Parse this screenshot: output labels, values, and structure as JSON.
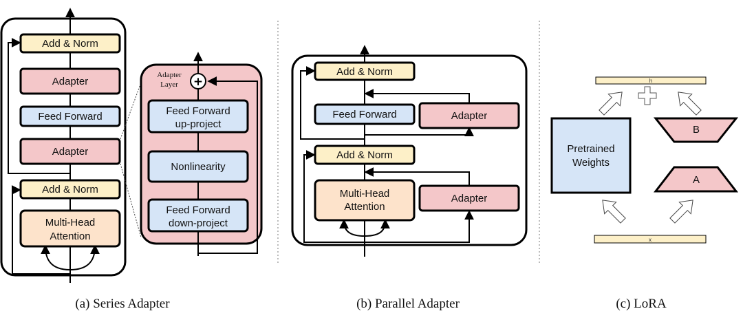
{
  "series": {
    "add_norm_top": "Add & Norm",
    "adapter_top": "Adapter",
    "feed_forward": "Feed Forward",
    "adapter_mid": "Adapter",
    "add_norm_bottom": "Add & Norm",
    "mha_line1": "Multi-Head",
    "mha_line2": "Attention",
    "caption": "(a) Series Adapter"
  },
  "adapter_detail": {
    "layer_line1": "Adapter",
    "layer_line2": "Layer",
    "ff_up_line1": "Feed Forward",
    "ff_up_line2": "up-project",
    "nonlinearity": "Nonlinearity",
    "ff_down_line1": "Feed Forward",
    "ff_down_line2": "down-project"
  },
  "parallel": {
    "add_norm_top": "Add & Norm",
    "feed_forward": "Feed Forward",
    "adapter_top": "Adapter",
    "add_norm_mid": "Add & Norm",
    "mha_line1": "Multi-Head",
    "mha_line2": "Attention",
    "adapter_bottom": "Adapter",
    "caption": "(b) Parallel Adapter"
  },
  "lora": {
    "h_label": "h",
    "pretrained_line1": "Pretrained",
    "pretrained_line2": "Weights",
    "b_label": "B",
    "a_label": "A",
    "x_label": "x",
    "caption": "(c) LoRA"
  },
  "colors": {
    "yellow": "#fdf0c8",
    "pink": "#f4c7c9",
    "blue": "#d6e5f7",
    "peach": "#fde3cb",
    "pink_panel": "#f4c7c9"
  }
}
